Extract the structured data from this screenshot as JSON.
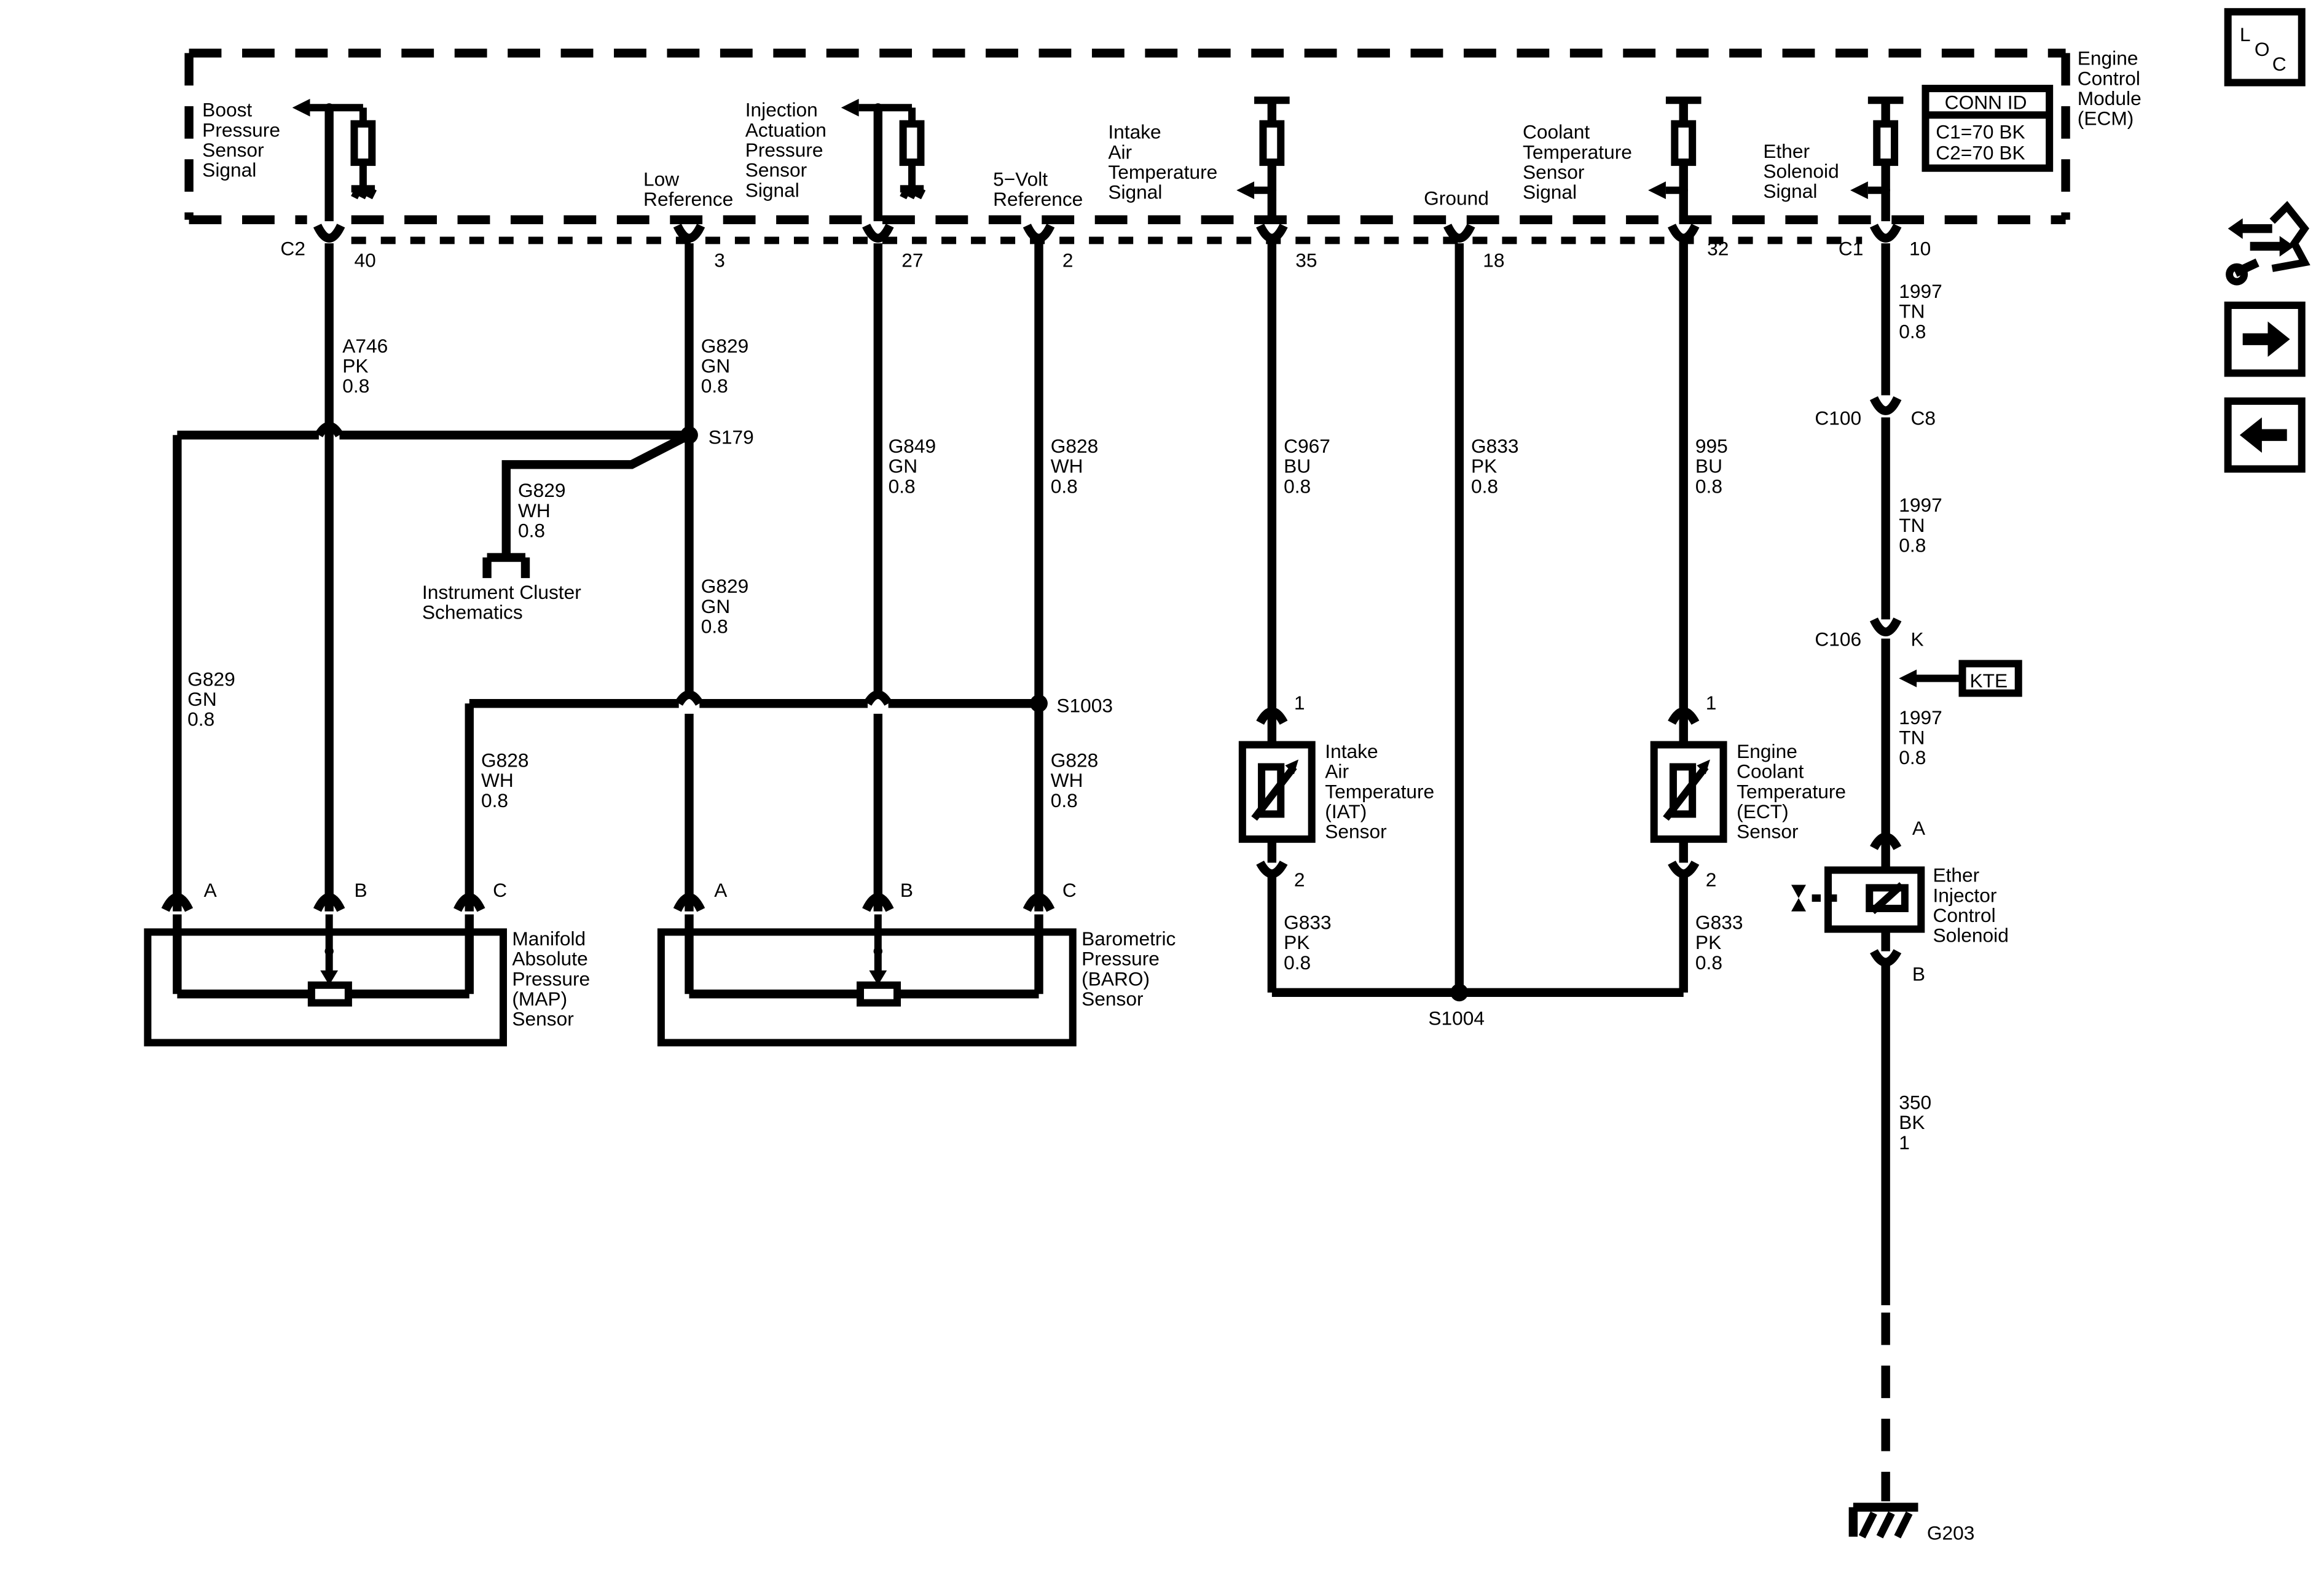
{
  "module": {
    "name": "Engine\nControl\nModule\n(ECM)"
  },
  "conn_id": {
    "title": "CONN ID",
    "c1": "C1=70 BK",
    "c2": "C2=70 BK"
  },
  "nav": {
    "loc_l": "L",
    "loc_o": "O",
    "loc_c": "C"
  },
  "signals": {
    "boost": "Boost\nPressure\nSensor\nSignal",
    "low_ref": "Low\nReference",
    "injection": "Injection\nActuation\nPressure\nSensor\nSignal",
    "five_volt": "5−Volt\nReference",
    "iat": "Intake\nAir\nTemperature\nSignal",
    "ground": "Ground",
    "coolant": "Coolant\nTemperature\nSensor\nSignal",
    "ether": "Ether\nSolenoid\nSignal"
  },
  "connectors": {
    "c2": "C2",
    "c1": "C1",
    "p40": "40",
    "p3": "3",
    "p27": "27",
    "p2": "2",
    "p35": "35",
    "p18": "18",
    "p32": "32",
    "p10": "10",
    "c100": "C100",
    "c8": "C8",
    "c106": "C106",
    "k": "K"
  },
  "wires": {
    "a746": "A746\nPK\n0.8",
    "g829_top": "G829\nGN\n0.8",
    "g829_wh": "G829\nWH\n0.8",
    "g829_mid": "G829\nGN\n0.8",
    "g829_left": "G829\nGN\n0.8",
    "g849": "G849\nGN\n0.8",
    "g828_top": "G828\nWH\n0.8",
    "g828_left": "G828\nWH\n0.8",
    "g828_right": "G828\nWH\n0.8",
    "c967": "C967\nBU\n0.8",
    "g833_mid": "G833\nPK\n0.8",
    "w995": "995\nBU\n0.8",
    "g833_iat": "G833\nPK\n0.8",
    "g833_ect": "G833\nPK\n0.8",
    "w1997_a": "1997\nTN\n0.8",
    "w1997_b": "1997\nTN\n0.8",
    "w1997_c": "1997\nTN\n0.8",
    "w350": "350\nBK\n1"
  },
  "splices": {
    "s179": "S179",
    "s1003": "S1003",
    "s1004": "S1004"
  },
  "ref_cluster": "Instrument Cluster\nSchematics",
  "kte": "KTE",
  "ground_g203": "G203",
  "components": {
    "map": {
      "name": "Manifold\nAbsolute\nPressure\n(MAP)\nSensor",
      "pin_a": "A",
      "pin_b": "B",
      "pin_c": "C"
    },
    "baro": {
      "name": "Barometric\nPressure\n(BARO)\nSensor",
      "pin_a": "A",
      "pin_b": "B",
      "pin_c": "C"
    },
    "iat": {
      "name": "Intake\nAir\nTemperature\n(IAT)\nSensor",
      "pin1": "1",
      "pin2": "2"
    },
    "ect": {
      "name": "Engine\nCoolant\nTemperature\n(ECT)\nSensor",
      "pin1": "1",
      "pin2": "2"
    },
    "ether": {
      "name": "Ether\nInjector\nControl\nSolenoid",
      "pin_a": "A",
      "pin_b": "B"
    }
  }
}
